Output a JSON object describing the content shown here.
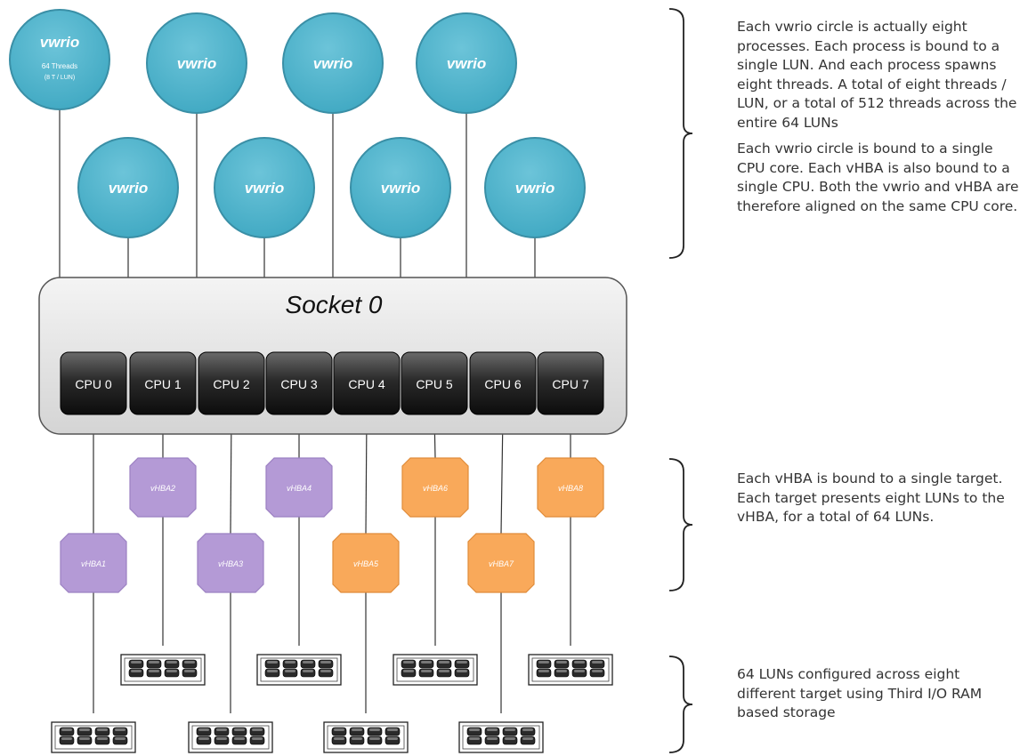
{
  "socket": {
    "label": "Socket 0"
  },
  "vwrio": {
    "label": "vwrio",
    "first_detail_line1": "64 Threads",
    "first_detail_line2": "(8 T / LUN)"
  },
  "cpus": [
    "CPU 0",
    "CPU 1",
    "CPU 2",
    "CPU 3",
    "CPU 4",
    "CPU 5",
    "CPU 6",
    "CPU 7"
  ],
  "vhbas": [
    "vHBA1",
    "vHBA2",
    "vHBA3",
    "vHBA4",
    "vHBA5",
    "vHBA6",
    "vHBA7",
    "vHBA8"
  ],
  "colors": {
    "vwrio_fill": "#4db3cc",
    "vwrio_stroke": "#3a8fa6",
    "vhba_purple": "#b49ad6",
    "vhba_orange": "#f9a95a",
    "cpu_dark": "#1c1c1c",
    "socket_fill": "#e6e6e6"
  },
  "annotations": {
    "processes": [
      "Each vwrio circle is actually eight processes. Each process is bound to a single LUN. And each process spawns eight threads. A total of eight threads / LUN, or a total of 512 threads across the entire 64 LUNs",
      "Each vwrio circle is bound to a single CPU core. Each vHBA is also bound to a single CPU. Both the vwrio and vHBA are therefore aligned on the same CPU core."
    ],
    "vhba": "Each vHBA is bound to a single target. Each target presents eight LUNs to the vHBA, for a total of 64 LUNs.",
    "luns": "64 LUNs configured across eight different target using Third I/O RAM based storage"
  }
}
